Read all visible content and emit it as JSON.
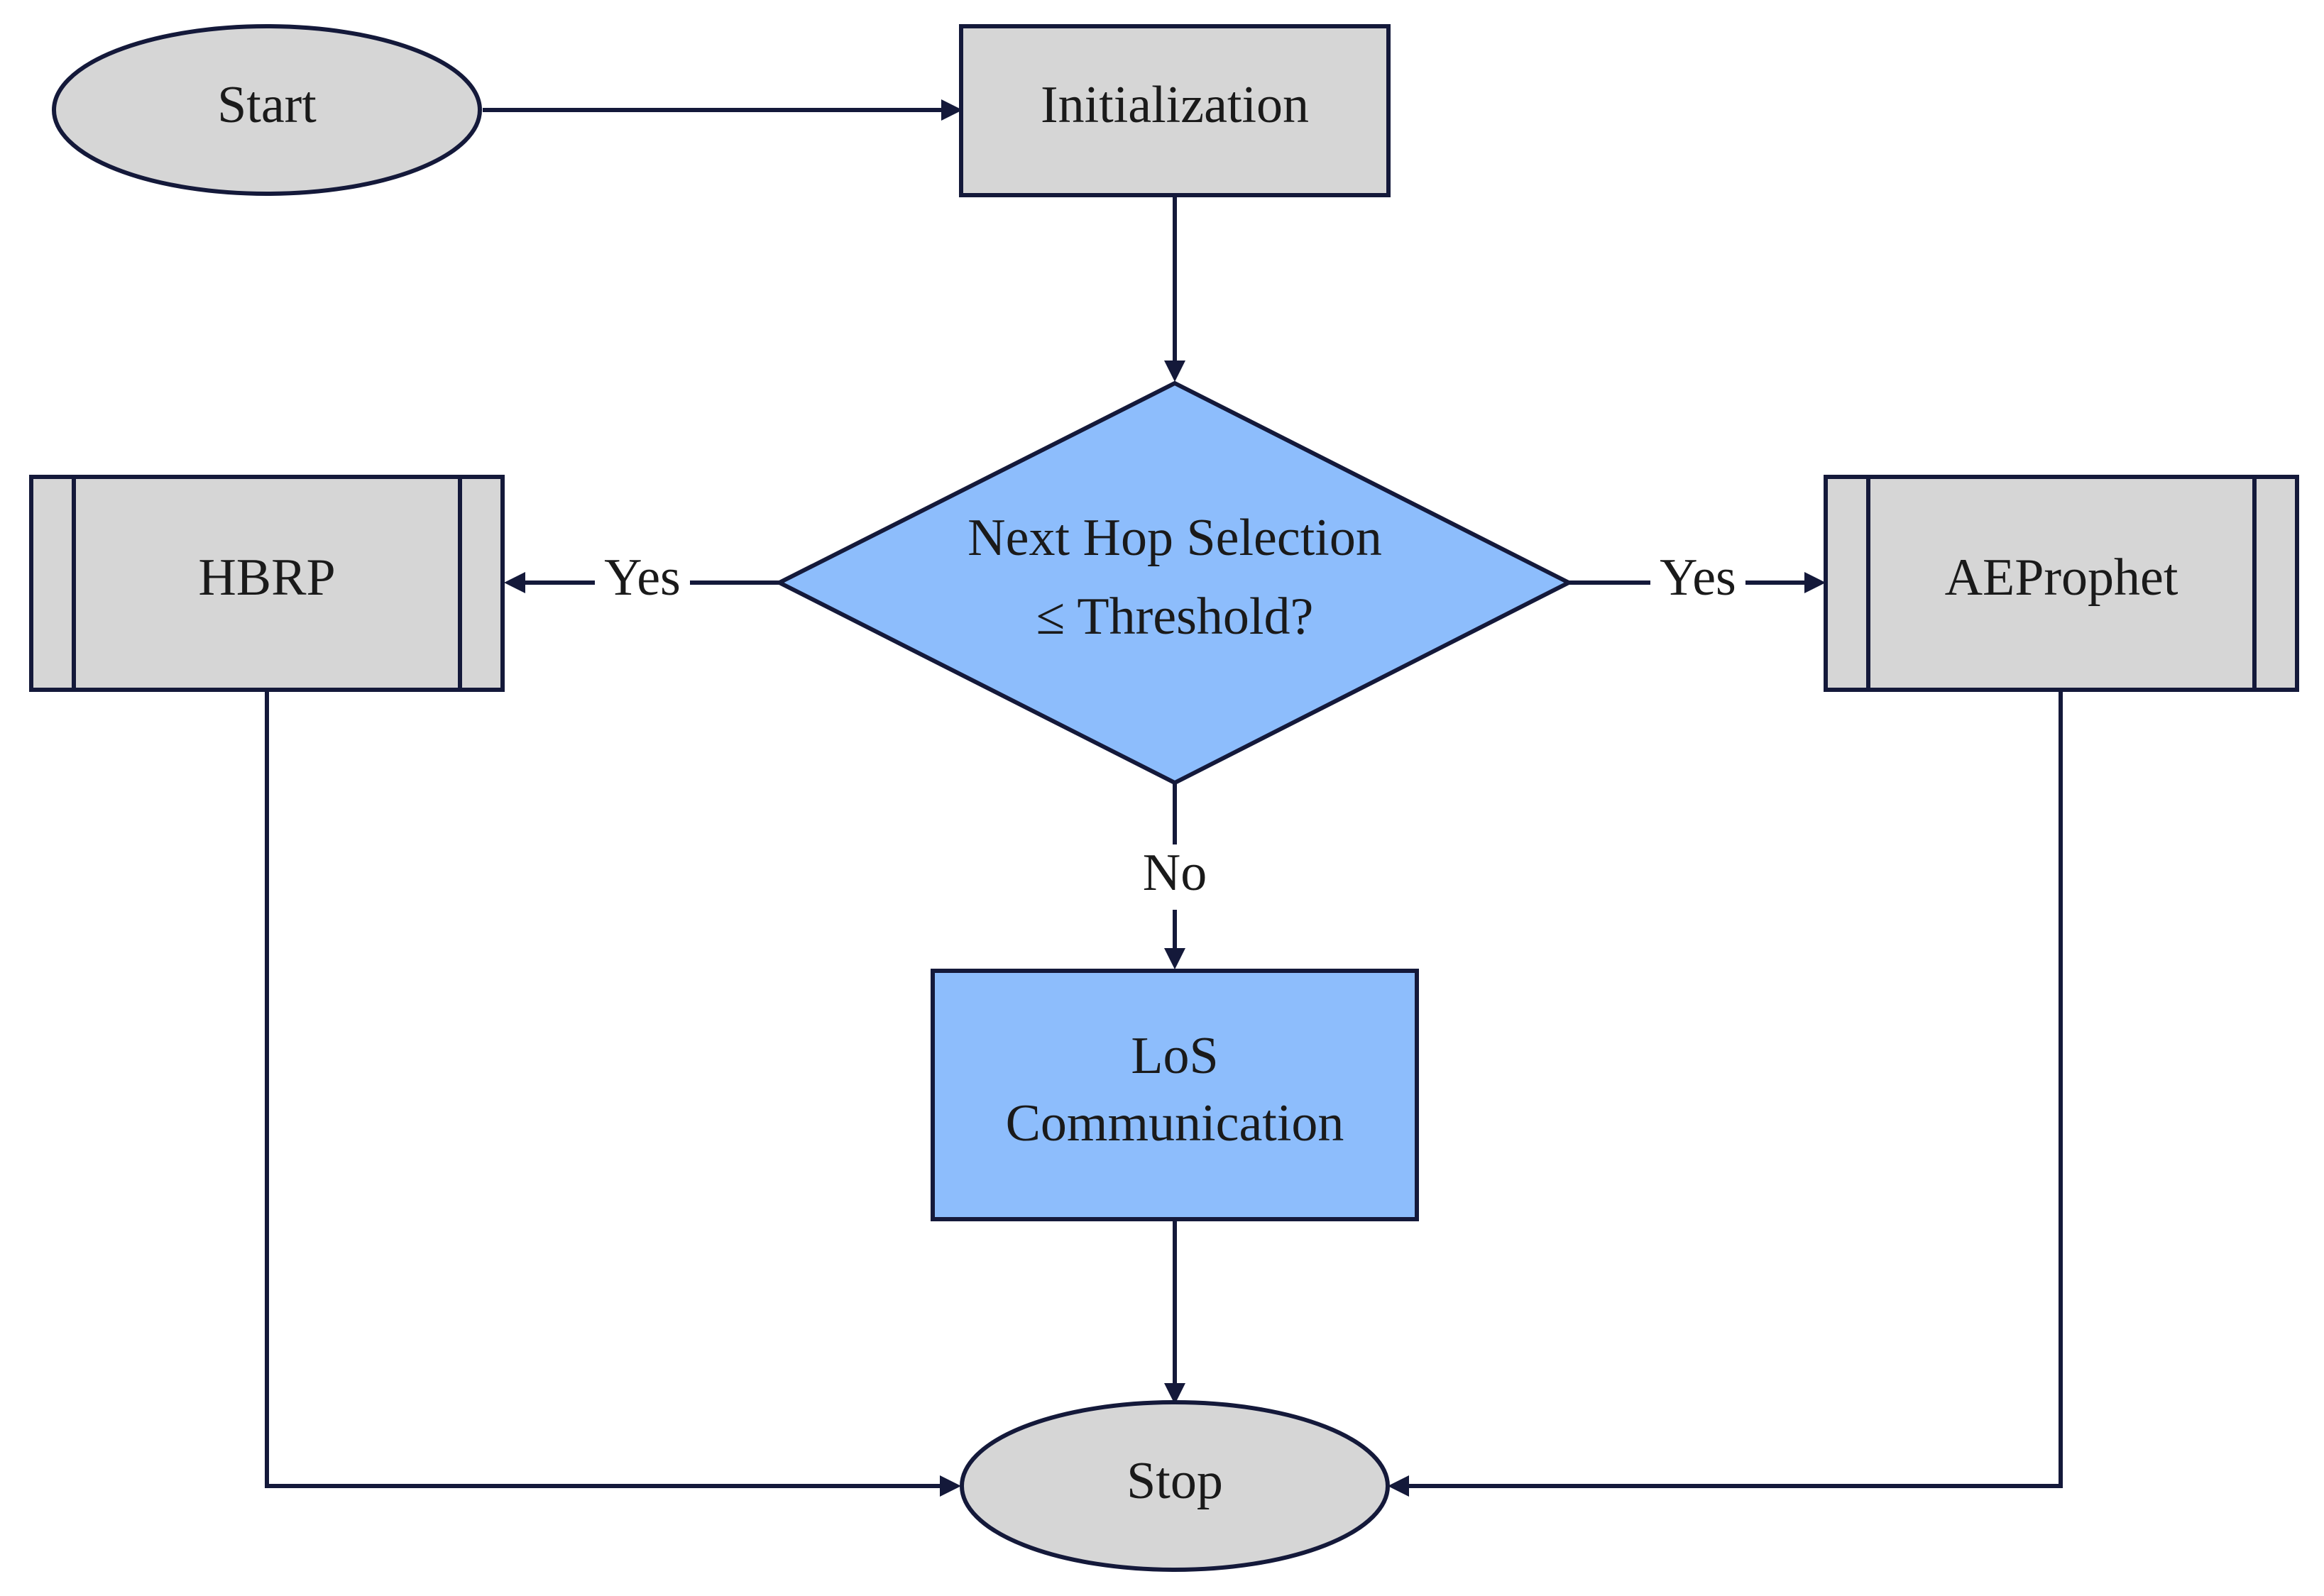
{
  "nodes": {
    "start": {
      "label": "Start"
    },
    "initialization": {
      "label": "Initialization"
    },
    "decision": {
      "line1": "Next Hop Selection",
      "line2": "≤ Threshold?"
    },
    "hbrp": {
      "label": "HBRP"
    },
    "aeprophet": {
      "label": "AEProphet"
    },
    "los": {
      "line1": "LoS",
      "line2": "Communication"
    },
    "stop": {
      "label": "Stop"
    }
  },
  "edges": {
    "decision_to_hbrp": {
      "label": "Yes"
    },
    "decision_to_aeprophet": {
      "label": "Yes"
    },
    "decision_to_los": {
      "label": "No"
    }
  },
  "colors": {
    "gray_fill": "#d6d6d6",
    "blue_fill": "#8dbdfc",
    "stroke": "#14193a"
  }
}
